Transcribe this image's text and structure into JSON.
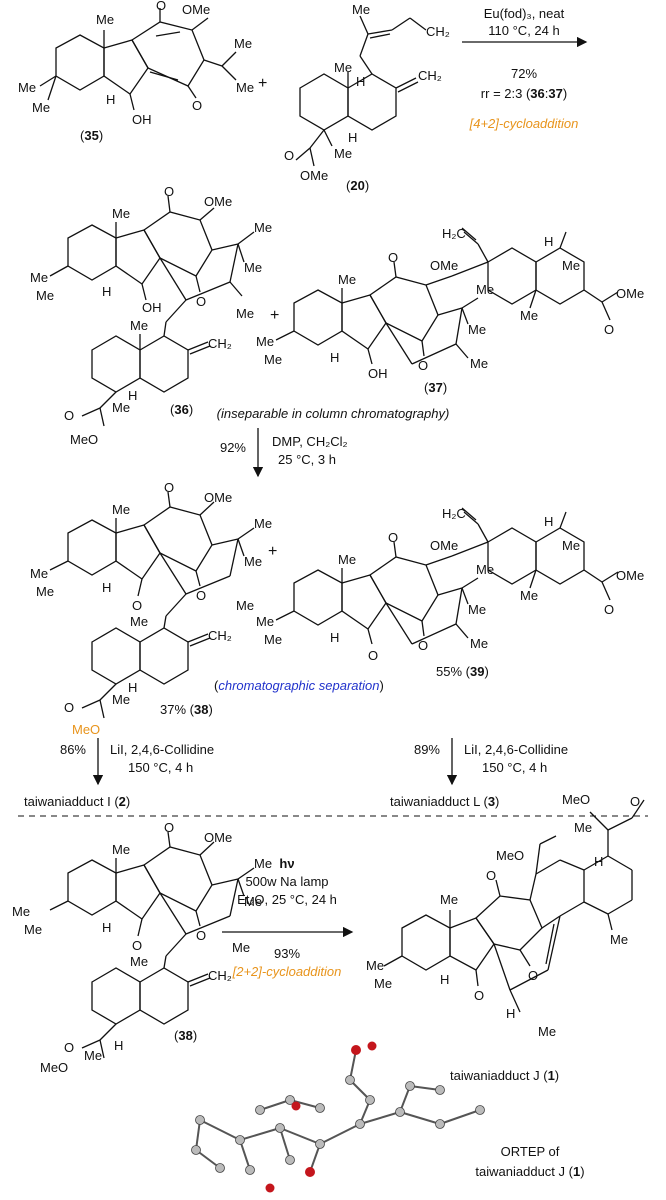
{
  "step1": {
    "reagent": "Eu(fod)₃, neat",
    "conditions": "110 °C, 24 h",
    "yield": "72%",
    "rr_prefix": "rr = 2:3 (",
    "rr_a": "36",
    "rr_colon": ":",
    "rr_b": "37",
    "rr_suffix": ")",
    "reaction_type": "[4+2]-cycloaddition"
  },
  "compounds": {
    "c35": "35",
    "c20": "20",
    "c36": "36",
    "c37": "37",
    "c38": "38",
    "c39": "39"
  },
  "notes": {
    "inseparable": "(inseparable in column chromatography)",
    "chromatographic": "chromatographic separation"
  },
  "step2": {
    "yield": "92%",
    "reagent": "DMP, CH₂Cl₂",
    "conditions": "25 °C, 3 h"
  },
  "yields": {
    "y38": "37%",
    "y39": "55%"
  },
  "step3a": {
    "yield": "86%",
    "reagent": "LiI, 2,4,6-Collidine",
    "conditions": "150 °C, 4 h",
    "product": "taiwaniadduct I (",
    "product_num": "2"
  },
  "step3b": {
    "yield": "89%",
    "reagent": "LiI, 2,4,6-Collidine",
    "conditions": "150 °C, 4 h",
    "product": "taiwaniadduct L (",
    "product_num": "3"
  },
  "step4": {
    "light": "hν",
    "lamp": "500w Na lamp",
    "conditions": "Et₂O, 25 °C, 24 h",
    "yield": "93%",
    "reaction_type": "[2+2]-cycloaddition",
    "product": "taiwaniadduct J (",
    "product_num": "1"
  },
  "ortep": {
    "line1": "ORTEP of",
    "line2": "taiwaniadduct J (",
    "num": "1"
  },
  "labels": {
    "me": "Me",
    "ome": "OMe",
    "o": "O",
    "oh": "OH",
    "h": "H",
    "meo": "MeO",
    "ch2": "CH₂",
    "h2c": "H₂C",
    "plus": "+"
  }
}
